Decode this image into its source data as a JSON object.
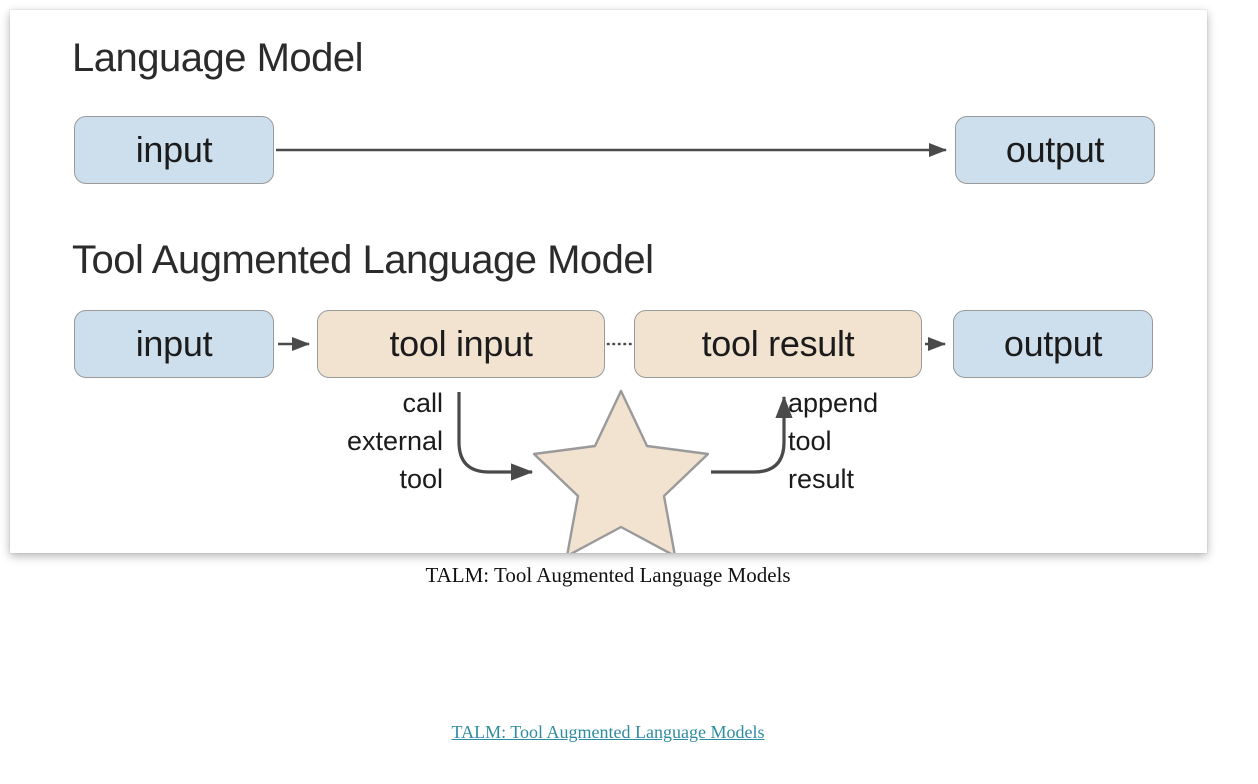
{
  "figure": {
    "sections": [
      {
        "id": "language-model",
        "heading": "Language Model",
        "nodes": [
          {
            "id": "input",
            "label": "input",
            "color": "#cddeec"
          },
          {
            "id": "output",
            "label": "output",
            "color": "#cddeec"
          }
        ]
      },
      {
        "id": "tool-augmented-language-model",
        "heading": "Tool Augmented Language Model",
        "nodes": [
          {
            "id": "input",
            "label": "input",
            "color": "#cddeec"
          },
          {
            "id": "tool-input",
            "label": "tool input",
            "color": "#f2e3d1"
          },
          {
            "id": "tool-result",
            "label": "tool result",
            "color": "#f2e3d1"
          },
          {
            "id": "output",
            "label": "output",
            "color": "#cddeec"
          }
        ],
        "annotations": {
          "call_external_tool": [
            "call",
            "external",
            "tool"
          ],
          "append_tool_result": [
            "append",
            "tool",
            "result"
          ]
        },
        "external_tool_icon": "star-icon"
      }
    ],
    "caption": "TALM: Tool Augmented Language Models",
    "colors": {
      "box_blue": "#cddeec",
      "box_tan": "#f2e3d1",
      "box_border": "#9a9a9a",
      "arrow": "#4a4a4a",
      "star_fill": "#f2e3d1",
      "star_border": "#9a9a9a",
      "text": "#1b1b1b",
      "link": "#2f8ca0"
    }
  },
  "source_link": {
    "text": "TALM: Tool Augmented Language Models"
  }
}
